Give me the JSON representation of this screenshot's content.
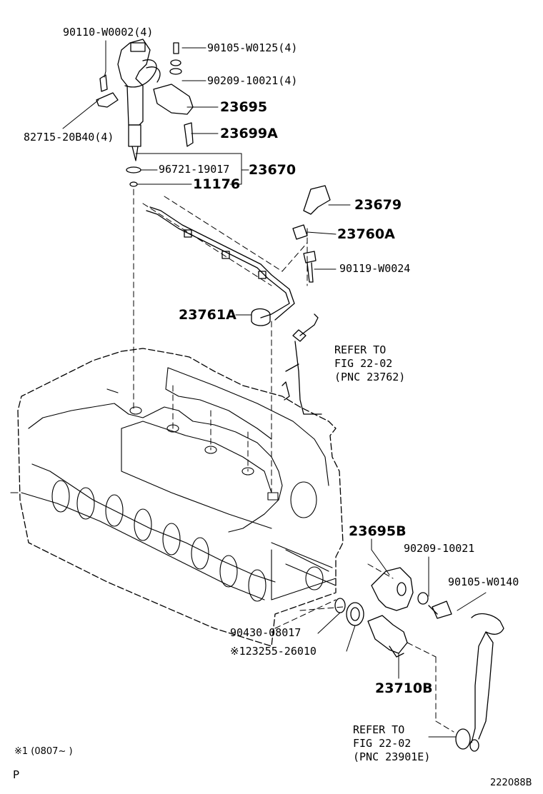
{
  "labels": {
    "p90110": "90110-W0002(4)",
    "p90105a": "90105-W0125(4)",
    "p90209a": "90209-10021(4)",
    "p23695": "23695",
    "p82715": "82715-20B40(4)",
    "p23699a": "23699A",
    "p96721": "96721-19017",
    "p23670": "23670",
    "p11176": "11176",
    "p23679": "23679",
    "p23760a": "23760A",
    "p90119": "90119-W0024",
    "p23761a": "23761A",
    "ref1_l1": "REFER TO",
    "ref1_l2": "FIG 22-02",
    "ref1_l3": "(PNC 23762)",
    "p23695b": "23695B",
    "p90209b": "90209-10021",
    "p90105b": "90105-W0140",
    "p90430": "90430-08017",
    "p123255": "※123255-26010",
    "p23710b": "23710B",
    "ref2_l1": "REFER TO",
    "ref2_l2": "FIG 22-02",
    "ref2_l3": "(PNC 23901E)"
  },
  "footer": {
    "note": "※1 (0807~      )",
    "marker": "P",
    "figure_code": "222088B"
  }
}
